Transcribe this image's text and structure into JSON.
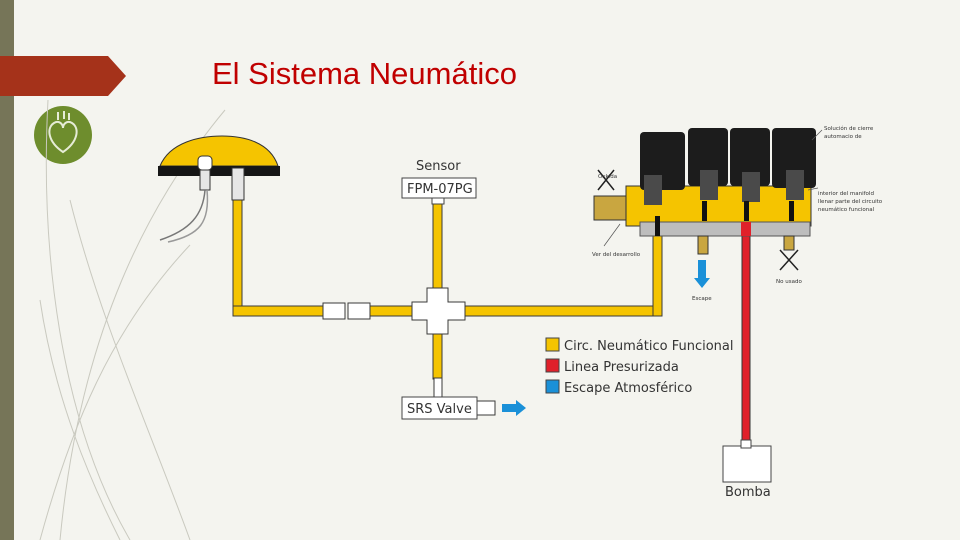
{
  "slide": {
    "title": "El Sistema Neumático"
  },
  "diagram": {
    "sensor_label": "Sensor",
    "sensor_model": "FPM-07PG",
    "srs_valve": "SRS Valve",
    "pump": "Bomba",
    "legend": [
      {
        "label": "Circ. Neumático Funcional",
        "color": "#f5c400"
      },
      {
        "label": "Linea Presurizada",
        "color": "#e0202a"
      },
      {
        "label": "Escape Atmosférico",
        "color": "#1a90d8"
      }
    ],
    "manifold_callouts": {
      "left_top": "Oxkida",
      "left_bottom": "Ver del desarrollo",
      "right_top_1": "Solución de cierre",
      "right_top_2": "automacio de",
      "right_mid_1": "interior del manifold",
      "right_mid_2": "llenar parte del circuito",
      "right_mid_3": "neumático funcional",
      "escape": "Escape",
      "no_usado": "No usado"
    }
  }
}
